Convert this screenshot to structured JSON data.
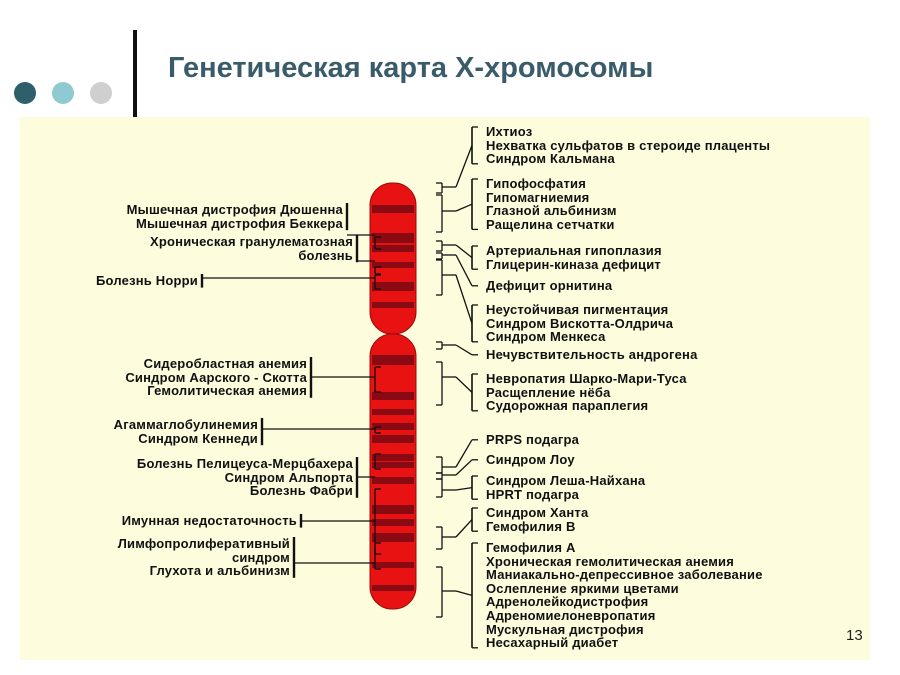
{
  "title": "Генетическая карта Х-хромосомы",
  "page_number": "13",
  "colors": {
    "dots": [
      "#2f5f6a",
      "#8fc9d2",
      "#cfcfcf"
    ],
    "title": "#3a5c6a",
    "panel": "#fdfcdc",
    "chromosome": "#e81212",
    "bands": "#8a0a14"
  },
  "left_groups": [
    [
      "Мышечная дистрофия Дюшенна",
      "Мышечная дистрофия Беккера"
    ],
    [
      "Хроническая гранулематозная",
      "болезнь"
    ],
    [
      "Болезнь Норри"
    ],
    [
      "Сидеробластная анемия",
      "Синдром Аарского - Скотта",
      "Гемолитическая анемия"
    ],
    [
      "Агаммаглобулинемия",
      "Синдром Кеннеди"
    ],
    [
      "Болезнь Пелицеуса-Мерцбахера",
      "Синдром Альпорта",
      "Болезнь Фабри"
    ],
    [
      "Имунная недостаточность"
    ],
    [
      "Лимфопролиферативный",
      "синдром",
      "Глухота и альбинизм"
    ]
  ],
  "right_groups": [
    [
      "Ихтиоз",
      "Нехватка сульфатов в стероиде плаценты",
      "Синдром Кальмана"
    ],
    [
      "Гипофосфатия",
      "Гипомагниемия",
      "Глазной альбинизм",
      "Ращелина сетчатки"
    ],
    [
      "Артериальная гипоплазия",
      "Глицерин-киназа дефицит"
    ],
    [
      "Дефицит орнитина"
    ],
    [
      "Неустойчивая пигментация",
      "Синдром Вискотта-Олдрича",
      "Синдром Менкеса"
    ],
    [
      "Нечувствительность андрогена"
    ],
    [
      "Невропатия Шарко-Мари-Туса",
      "Расщепление нёба",
      "Судорожная параплегия"
    ],
    [
      "PRPS подагра"
    ],
    [
      "Синдром Лоу"
    ],
    [
      "Синдром Леша-Найхана",
      "HPRT подагра"
    ],
    [
      "Синдром Ханта",
      "Гемофилия В"
    ],
    [
      "Гемофилия А",
      "Хроническая гемолитическая анемия",
      "Маниакально-депрессивное заболевание",
      "Ослепление яркими цветами",
      "Адренолейкодистрофия",
      "Адреномиелоневропатия",
      "Мускульная дистрофия",
      "Несахарный диабет"
    ]
  ]
}
